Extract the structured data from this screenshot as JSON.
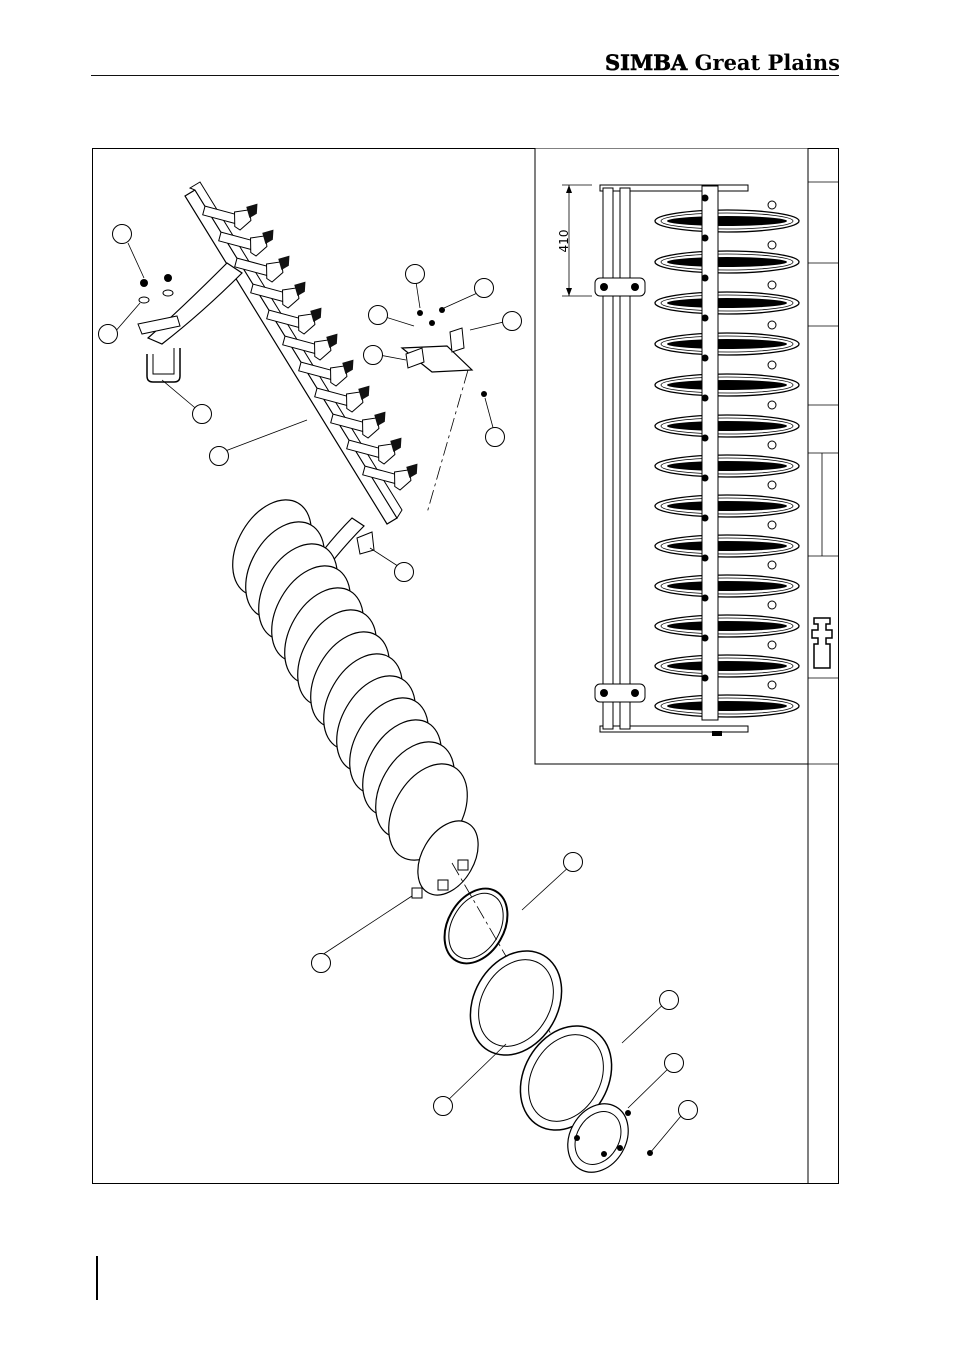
{
  "header": {
    "brand_bold": "SIMBA",
    "brand_rest": "Great Plains"
  },
  "drawing": {
    "dimension_label": "410"
  }
}
